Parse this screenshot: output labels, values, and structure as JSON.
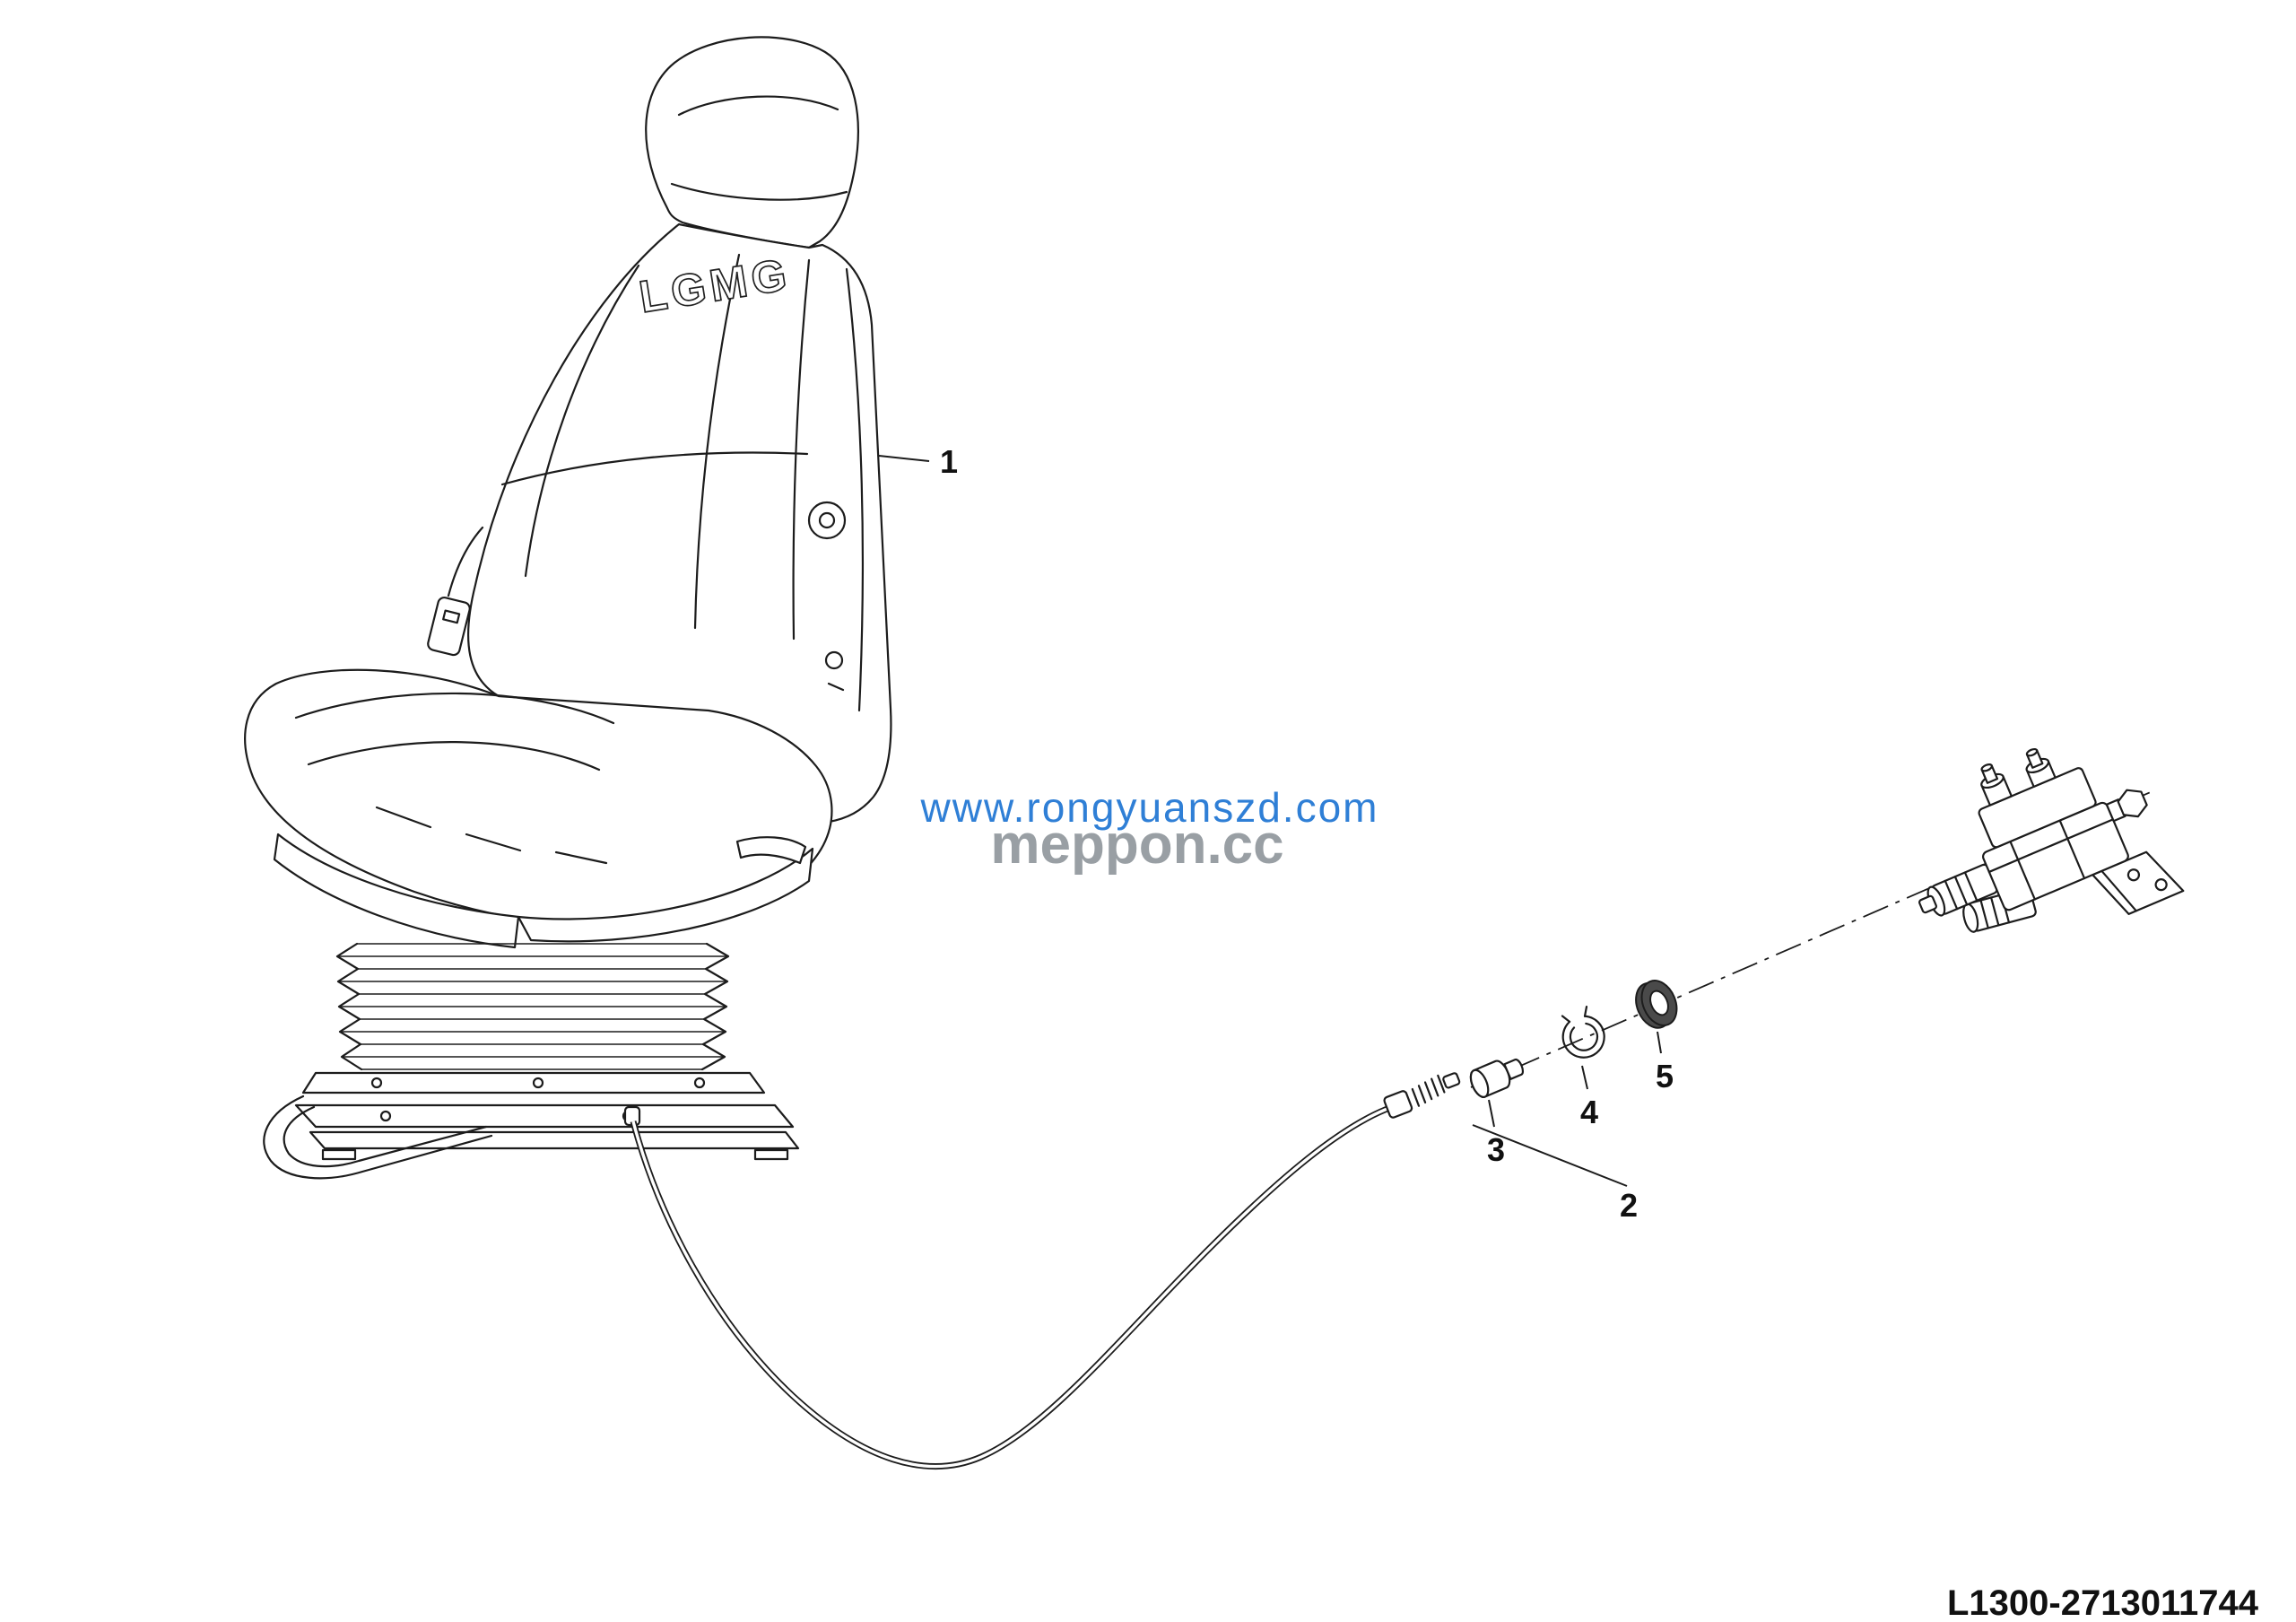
{
  "page": {
    "drawing_number": "L1300-2713011744",
    "background_color": "#ffffff",
    "line_color": "#1c1c1c"
  },
  "watermarks": {
    "site_url": "www.rongyuanszd.com",
    "brand": "meppon.cc",
    "site_url_color": "#2f7fd6",
    "brand_color": "#8e959b"
  },
  "seat": {
    "logo": "LGMG"
  },
  "callouts": [
    {
      "label": "1"
    },
    {
      "label": "2"
    },
    {
      "label": "3"
    },
    {
      "label": "4"
    },
    {
      "label": "5"
    }
  ]
}
